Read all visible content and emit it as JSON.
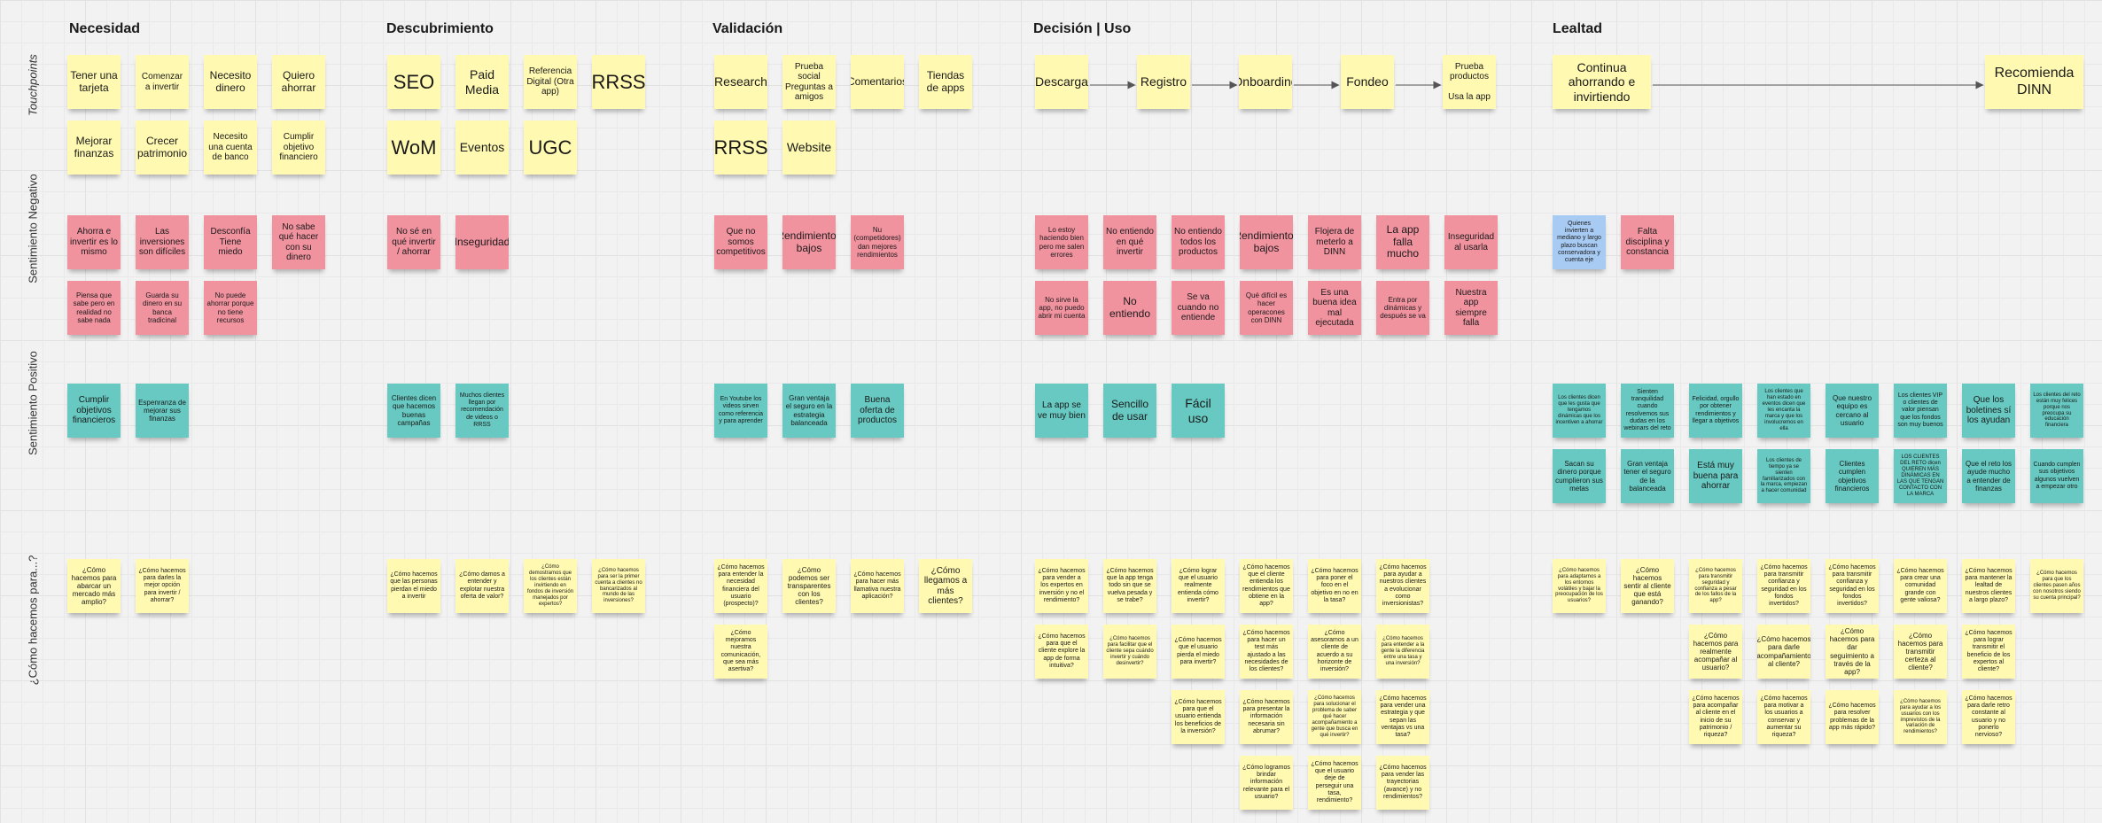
{
  "row_labels": {
    "touchpoints": "Touchpoints",
    "negative": "Sentimiento Negativo",
    "positive": "Sentimiento Positivo",
    "questions": "¿Cómo hacemos para...?"
  },
  "colors": {
    "touchpoints": "#fff9b1",
    "negative": "#f1929f",
    "positive": "#67c9c1",
    "questions": "#fff9b1",
    "blue": "#a7cbf3"
  },
  "stages": [
    {
      "title": "Necesidad",
      "touchpoints": [
        [
          "Tener una tarjeta",
          "Comenzar a invertir",
          "Necesito dinero",
          "Quiero ahorrar"
        ],
        [
          "Mejorar finanzas",
          "Crecer patrimonio",
          "Necesito una cuenta de banco",
          "Cumplir objetivo financiero"
        ]
      ],
      "negative": [
        [
          "Ahorra e invertir es lo mismo",
          "Las inversiones son difíciles",
          "Desconfía Tiene miedo",
          "No sabe qué hacer con su dinero"
        ],
        [
          "Piensa que sabe pero en realidad no sabe nada",
          "Guarda su dinero en su banca tradicinal",
          "No puede ahorrar porque no tiene recursos"
        ]
      ],
      "positive": [
        [
          "Cumplir objetivos financieros",
          "Espenranza de mejorar sus finanzas"
        ]
      ],
      "questions": [
        [
          "¿Cómo hacemos para abarcar un mercado más amplio?",
          "¿Cómo hacemos para darles la mejor opción para invertir / ahorrar?"
        ]
      ]
    },
    {
      "title": "Descubrimiento",
      "touchpoints": [
        [
          "SEO",
          "Paid Media",
          "Referencia Digital (Otra app)",
          "RRSS"
        ],
        [
          "WoM",
          "Eventos",
          "UGC"
        ]
      ],
      "negative": [
        [
          "No sé en qué invertir / ahorrar",
          "Inseguridad"
        ]
      ],
      "positive": [
        [
          "Clientes dicen que hacemos buenas campañas",
          "Muchos clientes llegan por recomendación de videos o RRSS"
        ]
      ],
      "questions": [
        [
          "¿Cómo hacemos que las personas pierdan el miedo a invertir",
          "¿Cómo damos a entender y explotar nuestra oferta de valor?",
          "¿Cómo demostramos que los clientes están invirtiendo en fondos de inversión manejados por expertos?",
          "¿Cómo hacemos para ser la primer cuenta a clientes no bancarizados al mundo de las inversiones?"
        ]
      ]
    },
    {
      "title": "Validación",
      "touchpoints": [
        [
          "Research",
          "Prueba social Preguntas a amigos",
          "Comentarios",
          "Tiendas de apps"
        ],
        [
          "RRSS",
          "Website"
        ]
      ],
      "negative": [
        [
          "Que no somos competitivos",
          "Rendimientos bajos",
          "Nu (competidores) dan mejores rendimientos"
        ]
      ],
      "positive": [
        [
          "En Youtube los videos sirven como referencia y para aprender",
          "Gran ventaja el seguro en la estrategia balanceada",
          "Buena oferta de productos"
        ]
      ],
      "questions": [
        [
          "¿Cómo hacemos para entender la necesidad financiera del usuario (prospecto)?",
          "¿Cómo podemos ser transparentes con los clientes?",
          "¿Cómo hacemos para hacer más llamativa nuestra aplicación?",
          "¿Cómo llegamos a más clientes?"
        ],
        [
          "¿Cómo mejoramos nuestra comunicación, que sea más asertiva?"
        ]
      ]
    },
    {
      "title": "Decisión | Uso",
      "flow": true,
      "touchpoints": [
        [
          "Descarga",
          "Registro",
          "Onboarding",
          "Fondeo",
          "Prueba productos\n\nUsa la app"
        ]
      ],
      "negative": [
        [
          "Lo estoy haciendo bien pero me salen errores",
          "No entiendo en qué invertir",
          "No entiendo todos los productos",
          "Rendimientos bajos",
          "Flojera de meterlo a DINN",
          "La app falla mucho",
          "Inseguridad al usarla"
        ],
        [
          "No sirve la app, no puedo abrir mi cuenta",
          "No entiendo",
          "Se va cuando no entiende",
          "Qué difícil es hacer operacones con DINN",
          "Es una buena idea mal ejecutada",
          "Entra por dinámicas y después se va",
          "Nuestra app siempre falla"
        ]
      ],
      "positive": [
        [
          "La app se ve muy bien",
          "Sencillo de usar",
          "Fácil uso"
        ]
      ],
      "questions": [
        [
          "¿Cómo hacemos para vender a los expertos en inversión y no el rendimiento?",
          "¿Cómo hacemos que la app tenga todo sin que se vuelva pesada y se trabe?",
          "¿Cómo lograr que el usuario realmente entienda cómo invertir?",
          "¿Cómo hacemos que el cliente entienda los rendimientos que obtiene en la app?",
          "¿Cómo hacemos para poner el foco en el objetivo en no en la tasa?",
          "¿Cómo hacemos para ayudar a nuestros clientes a evolucionar como inversionistas?"
        ],
        [
          "¿Cómo hacemos para que el cliente explore la app de forma intuitiva?",
          "¿Cómo hacemos para facilitar que el cliente sepa cuándo invertir y cuándo desinvertir?",
          "¿Cómo hacemos que el usuario pierda el miedo para invertir?",
          "¿Cómo hacemos para hacer un test más ajustado a las necesidades de los clientes?",
          "¿Cómo asesoramos a un cliente de acuerdo a su horizonte de inversión?",
          "¿Cómo hacemos para entender a la gente la diferencia entre una tasa y una inversión?"
        ],
        [
          null,
          null,
          "¿Cómo hacemos para que el usuario entienda los beneficios de la inversión?",
          "¿Cómo hacemos para presentar la información necesaria sin abrumar?",
          "¿Cómo hacemos para solucionar el problema de saber qué hacer acompañamiento a gente que busca en qué invertir?",
          "¿Cómo hacemos para vender una estrategia y que sepan las ventajas vs una tasa?"
        ],
        [
          null,
          null,
          null,
          "¿Cómo logramos brindar información relevante para el usuario?",
          "¿Cómo hacemos que el usuario deje de perseguir una tasa, rendimiento?",
          "¿Cómo hacemos para vender las trayectorias (avance) y no rendimientos?"
        ]
      ]
    },
    {
      "title": "Lealtad",
      "flow": true,
      "touchpoints": [
        [
          "Continua ahorrando e invirtiendo",
          "Recomienda DINN"
        ]
      ],
      "negative": [
        [
          {
            "text": "Quienes invierten a mediano y largo plazo buscan conservadora y cuenta eje",
            "color": "blue"
          },
          "Falta disciplina y constancia"
        ]
      ],
      "positive": [
        [
          "Los clientes dicen que les gusta que tengamos dinámicas que los incentiven a ahorrar",
          "Sienten tranquilidad cuando resolvemos sus dudas en los webinars del reto",
          "Felicidad, orgullo por obtener rendimientos y llegar a objetivos",
          "Los clientes que han estado en eventos dicen que les encanta la marca y que los involucremos en ella",
          "Que nuestro equipo es cercano al usuario",
          "Los clientes VIP o clientes de valor piensan que los fondos son muy buenos",
          "Que los boletines sí los ayudan",
          "Los clientes del reto están muy felices porque nos preocupa su educación financiera"
        ],
        [
          "Sacan su dinero porque cumplieron sus metas",
          "Gran ventaja tener el seguro de la balanceada",
          "Está muy buena para ahorrar",
          "Los clientes de tiempo ya se sienten familiarizados con la marca, empiezan a hacer comunidad",
          "Clientes cumplen objetivos financieros",
          "LOS CLIENTES DEL RETO dicen QUIEREN MÁS DINÁMICAS EN LAS QUE TENGAN CONTACTO CON LA MARCA",
          "Que el reto los ayude mucho a entender de finanzas",
          "Cuando cumplen sus objetivos algunos vuelven a empezar otro"
        ]
      ],
      "questions": [
        [
          "¿Cómo hacemos para adaptarnos a los entornos volátiles y bajar la preocupación de los usuarios?",
          "¿Cómo hacemos sentir al cliente que está ganando?",
          "¿Cómo hacemos para transmitir seguridad y confianza a pesar de los fallos de la app?",
          "¿Cómo hacemos para transmitir confianza y seguridad en los fondos invertidos?",
          "¿Cómo hacemos para transmitir confianza y seguridad en los fondos invertidos?",
          "¿Cómo hacemos para crear una comunidad grande con gente valiosa?",
          "¿Cómo hacemos para mantener la lealtad de nuestros clientes a largo plazo?",
          "¿Cómo hacemos para que los clientes pasen años con nosotros siendo su cuenta principal?"
        ],
        [
          null,
          null,
          "¿Cómo hacemos para realmente acompañar al usuario?",
          "¿Cómo hacemos para darle acompañamiento al cliente?",
          "¿Cómo hacemos para dar seguimiento a través de la app?",
          "¿Cómo hacemos para transmitir certeza al cliente?",
          "¿Cómo hacemos para lograr transmitir el beneficio de los expertos al cliente?"
        ],
        [
          null,
          null,
          "¿Cómo hacemos para acompañar al cliente en el inicio de su patrimonio / riqueza?",
          "¿Cómo hacemos para motivar a los usuarios a conservar y aumentar su riqueza?",
          "¿Cómo hacemos para resolver problemas de la app más rápido?",
          "¿Cómo hacemos para ayudar a los usuarios con los imprevistos de la variación de rendimientos?",
          "¿Cómo hacemos para darle retro constante al usuario y no ponerlo nervioso?"
        ]
      ]
    }
  ]
}
